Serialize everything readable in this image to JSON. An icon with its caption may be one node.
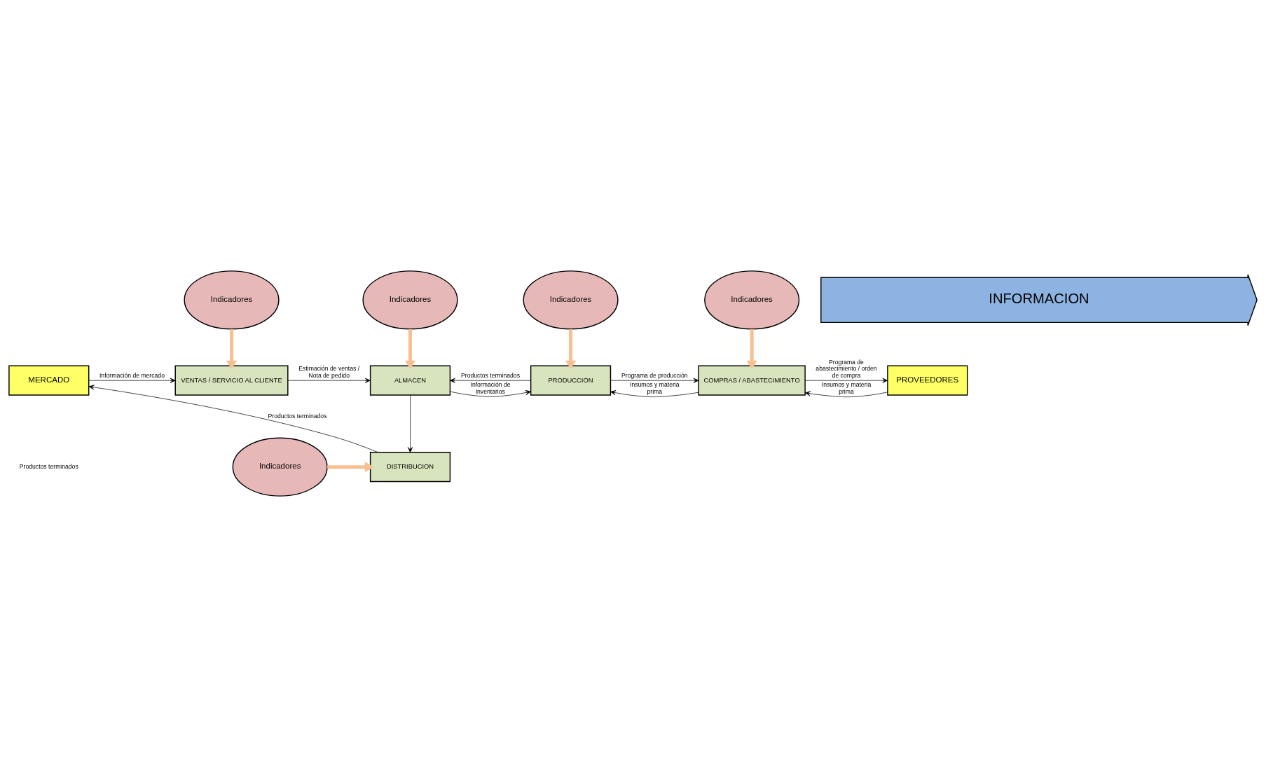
{
  "diagram": {
    "nodes": [
      {
        "text": [
          "Indicadores"
        ]
      },
      {
        "text": [
          "Indicadores"
        ]
      },
      {
        "text": [
          "Indicadores"
        ]
      },
      {
        "text": [
          "Indicadores"
        ]
      },
      {
        "text": [
          "MERCADO"
        ]
      },
      {
        "text": [
          "VENTAS / SERVICIO AL CLIENTE"
        ]
      },
      {
        "text": [
          "ALMACEN"
        ]
      },
      {
        "text": [
          "PRODUCCION"
        ]
      },
      {
        "text": [
          "COMPRAS / ABASTECIMIENTO"
        ]
      },
      {
        "text": [
          "PROVEEDORES"
        ]
      },
      {
        "text": [
          "DISTRIBUCION"
        ]
      },
      {
        "text": [
          "Indicadores"
        ]
      },
      {
        "text": [
          "INFORMACION"
        ]
      }
    ],
    "edges": [
      {
        "from": 0,
        "to": 5,
        "arrow": "to",
        "style": "thick",
        "color": "#f8c090"
      },
      {
        "from": 1,
        "to": 6,
        "arrow": "to",
        "style": "thick",
        "color": "#f8c090"
      },
      {
        "from": 2,
        "to": 7,
        "arrow": "to",
        "style": "thick",
        "color": "#f8c090"
      },
      {
        "from": 3,
        "to": 8,
        "arrow": "to",
        "style": "thick",
        "color": "#f8c090"
      },
      {
        "from": 4,
        "to": 5,
        "arrow": "to",
        "label": "Información de mercado"
      },
      {
        "from": 5,
        "to": 6,
        "arrow": "to",
        "label": "Estimación de ventas / Nota de pedido"
      },
      {
        "from": 6,
        "to": 7,
        "arrow": "to",
        "label": "Información de inventarios"
      },
      {
        "from": 7,
        "to": 6,
        "arrow": "to",
        "label": "Productos terminados"
      },
      {
        "from": 7,
        "to": 8,
        "arrow": "to",
        "label": "Programa de producción"
      },
      {
        "from": 8,
        "to": 7,
        "arrow": "to",
        "label": "Insumos y materia prima"
      },
      {
        "from": 8,
        "to": 9,
        "arrow": "to",
        "label": "Programa de abastecimiento / orden de compra"
      },
      {
        "from": 9,
        "to": 8,
        "arrow": "to",
        "label": "Insumos y materia prima"
      },
      {
        "from": 6,
        "to": 10,
        "arrow": "to"
      },
      {
        "from": 10,
        "to": 4,
        "arrow": "to",
        "label": "Productos terminados"
      },
      {
        "from": 11,
        "to": 10,
        "arrow": "to",
        "style": "thick",
        "color": "#f8c090"
      }
    ],
    "labels": [
      "Productos terminados"
    ]
  }
}
